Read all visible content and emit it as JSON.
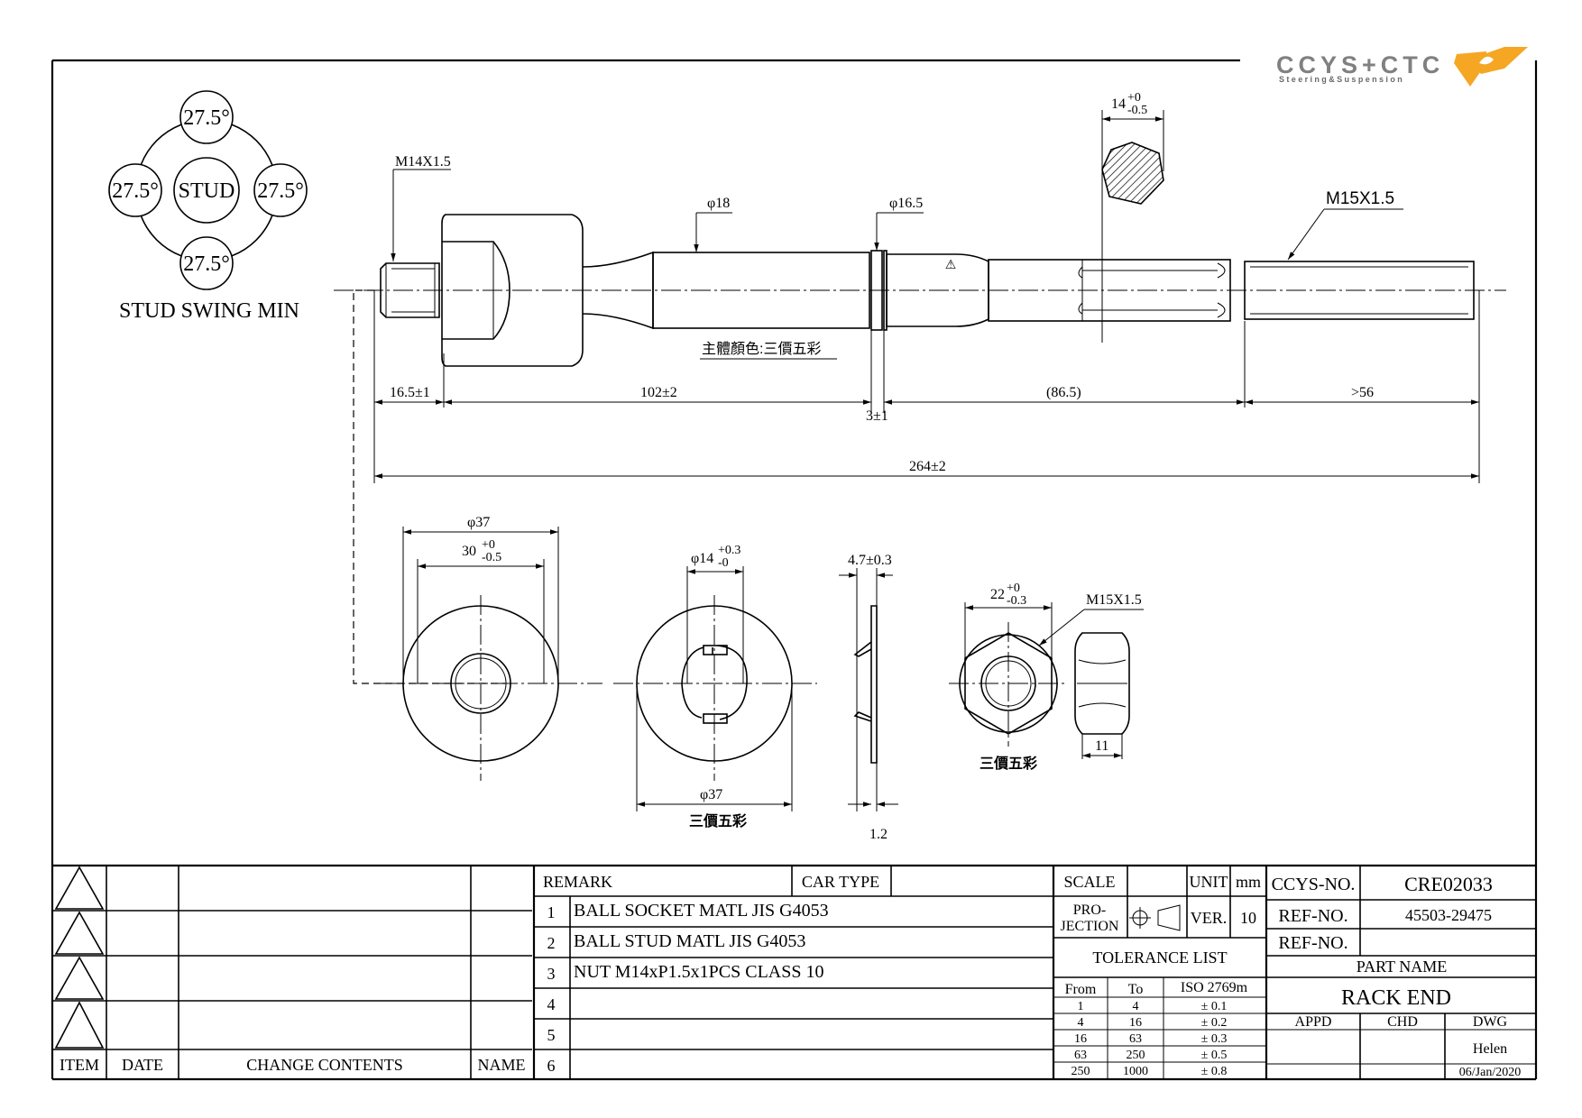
{
  "logo": {
    "brand": "CCYS+CTC",
    "tagline": "Steering&Suspension",
    "accent": "#f5a623"
  },
  "swing": {
    "angles": [
      "27.5°",
      "27.5°",
      "27.5°",
      "27.5°"
    ],
    "center": "STUD",
    "caption": "STUD SWING MIN"
  },
  "dims": {
    "thread_left": "M14X1.5",
    "thread_right": "M15X1.5",
    "dia18": "φ18",
    "dia165": "φ16.5",
    "hex_top": "14",
    "hex_top_tol_up": "+0",
    "hex_top_tol_dn": "-0.5",
    "d165": "16.5±1",
    "d102": "102±2",
    "d3": "3±1",
    "d865": "(86.5)",
    "d56": ">56",
    "d264": "264±2",
    "color_note": "主體顏色:三價五彩",
    "washer_od": "φ37",
    "washer_id": "30",
    "washer_id_up": "+0",
    "washer_id_dn": "-0.5",
    "lock_id": "φ14",
    "lock_id_up": "+0.3",
    "lock_id_dn": "-0",
    "lock_od": "φ37",
    "lock_note": "三價五彩",
    "lock_w": "4.7±0.3",
    "lock_t": "1.2",
    "nut_af": "22",
    "nut_af_up": "+0",
    "nut_af_dn": "-0.3",
    "nut_thread": "M15X1.5",
    "nut_h": "11",
    "nut_note": "三價五彩"
  },
  "revision": {
    "headers": [
      "ITEM",
      "DATE",
      "CHANGE CONTENTS",
      "NAME"
    ]
  },
  "remarks": {
    "header": "REMARK",
    "car_type": "CAR TYPE",
    "rows": [
      {
        "no": "1",
        "text": "BALL SOCKET MATL JIS G4053"
      },
      {
        "no": "2",
        "text": "BALL STUD MATL JIS G4053"
      },
      {
        "no": "3",
        "text": "NUT M14xP1.5x1PCS CLASS 10"
      },
      {
        "no": "4",
        "text": ""
      },
      {
        "no": "5",
        "text": ""
      },
      {
        "no": "6",
        "text": ""
      }
    ]
  },
  "title_block": {
    "scale_label": "SCALE",
    "unit_label": "UNIT",
    "unit": "mm",
    "proj1": "PRO-",
    "proj2": "JECTION",
    "ver_label": "VER.",
    "ver": "10",
    "tol_title": "TOLERANCE LIST",
    "tol_from": "From",
    "tol_to": "To",
    "tol_std": "ISO 2769m",
    "tol_rows": [
      [
        "1",
        "4",
        "± 0.1"
      ],
      [
        "4",
        "16",
        "± 0.2"
      ],
      [
        "16",
        "63",
        "± 0.3"
      ],
      [
        "63",
        "250",
        "± 0.5"
      ],
      [
        "250",
        "1000",
        "± 0.8"
      ]
    ],
    "ccys_label": "CCYS-NO.",
    "ccys_no": "CRE02033",
    "ref_label": "REF-NO.",
    "ref_no": "45503-29475",
    "ref2_label": "REF-NO.",
    "part_label": "PART NAME",
    "part_name": "RACK END",
    "appd": "APPD",
    "chd": "CHD",
    "dwg": "DWG",
    "drawer": "Helen",
    "date": "06/Jan/2020"
  }
}
